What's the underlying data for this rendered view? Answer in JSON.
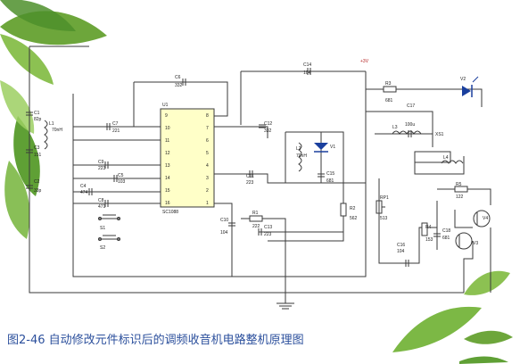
{
  "caption": "图2-46 自动修改元件标识后的调频收音机电路整机原理图",
  "ic": {
    "name": "U1",
    "part": "SC1088",
    "pins_left": [
      "9",
      "10",
      "11",
      "12",
      "13",
      "14",
      "15",
      "16"
    ],
    "pins_right": [
      "8",
      "7",
      "6",
      "5",
      "4",
      "3",
      "2",
      "1"
    ]
  },
  "components": {
    "C1": "C1",
    "C1v": "82p",
    "L1": "L1",
    "L1v": "70nH",
    "C2": "C2",
    "C2v": "33p",
    "C3": "C3",
    "C3v": "151",
    "C4": "C4",
    "C4v": "474",
    "C5": "C5",
    "C5v": "103",
    "C6": "C6",
    "C6v": "332",
    "C7": "C7",
    "C7v": "221",
    "C8": "C8",
    "C8v": "471",
    "C9": "C9",
    "C9v": "223",
    "C10": "C10",
    "C10v": "104",
    "C11": "C11",
    "C11v": "223",
    "C12": "C12",
    "C12v": "332",
    "C13": "C13",
    "C13v": "223",
    "C14": "C14",
    "C14v": "104",
    "C15": "C15",
    "C15v": "681",
    "C16": "C16",
    "C16v": "104",
    "C17": "C17",
    "C17v": "100u",
    "C18": "C18",
    "C18v": "681",
    "L2": "L2",
    "L2v": "70nH",
    "L3": "L3",
    "L4": "L4",
    "V1": "V1",
    "V2": "V2",
    "V3": "V3",
    "V4": "V4",
    "R1": "R1",
    "R1v": "222",
    "R2": "R2",
    "R2v": "562",
    "R3": "R3",
    "R3v": "681",
    "R4": "R4",
    "R4v": "153",
    "R5": "R5",
    "R5v": "122",
    "RP1": "RP1",
    "RP1v": "513",
    "S1": "S1",
    "S2": "S2",
    "XS1": "XS1",
    "vcc": "+3V"
  }
}
